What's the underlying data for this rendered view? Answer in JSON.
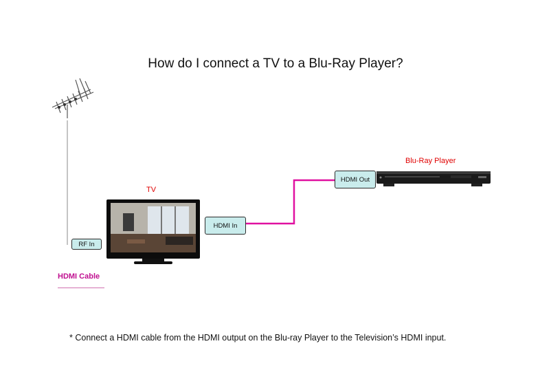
{
  "title": "How do I connect a TV to a Blu-Ray Player?",
  "labels": {
    "tv": "TV",
    "bluray": "Blu-Ray Player"
  },
  "ports": {
    "rf_in": "RF In",
    "hdmi_in": "HDMI In",
    "hdmi_out": "HDMI Out"
  },
  "legend": {
    "hdmi_cable": "HDMI Cable"
  },
  "note": "* Connect a HDMI cable from the HDMI output on the Blu-ray Player to the Television’s HDMI input.",
  "colors": {
    "hdmi_cable": "#e010a0",
    "port_fill": "#c9ecec",
    "label_red": "#e00000",
    "legend": "#c01090"
  }
}
